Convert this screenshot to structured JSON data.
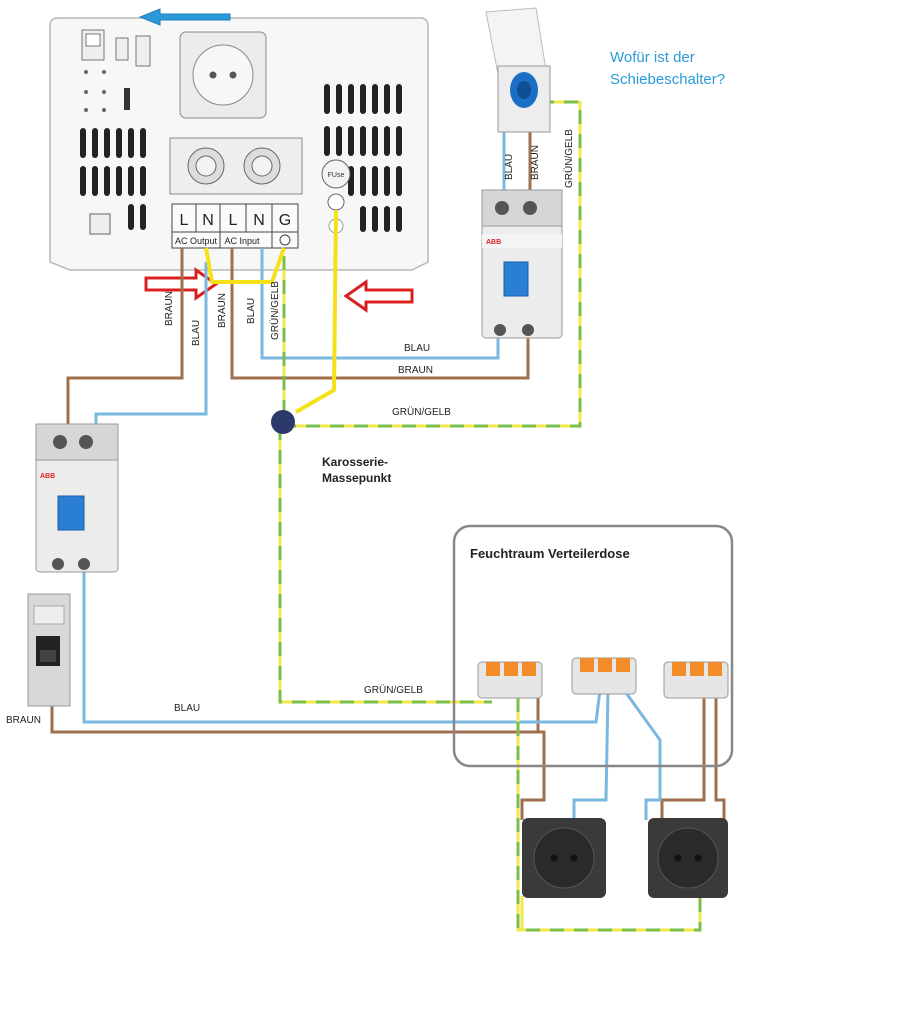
{
  "question": "Wofür ist der Schiebeschalter?",
  "inverter": {
    "terminals": [
      "L",
      "N",
      "L",
      "N",
      "G"
    ],
    "ac_output_label": "AC Output",
    "ac_input_label": "AC Input",
    "fuse_label": "FUse"
  },
  "wire_labels": {
    "braun": "BRAUN",
    "blau": "BLAU",
    "gruen_gelb": "GRÜN/GELB"
  },
  "ground_point_label_line1": "Karosserie-",
  "ground_point_label_line2": "Massepunkt",
  "junction_box_title": "Feuchtraum Verteilerdose",
  "rcd_brand": "ABB",
  "colors": {
    "brown": "#a0704e",
    "blue": "#7ab8e0",
    "yellow": "#f2e84a",
    "green_dash": "#7cbf4a",
    "highlight_yellow": "#f5e11a",
    "arrow_red": "#d92020",
    "arrow_blue": "#2a9ad8",
    "question_text": "#2a9ad8"
  }
}
